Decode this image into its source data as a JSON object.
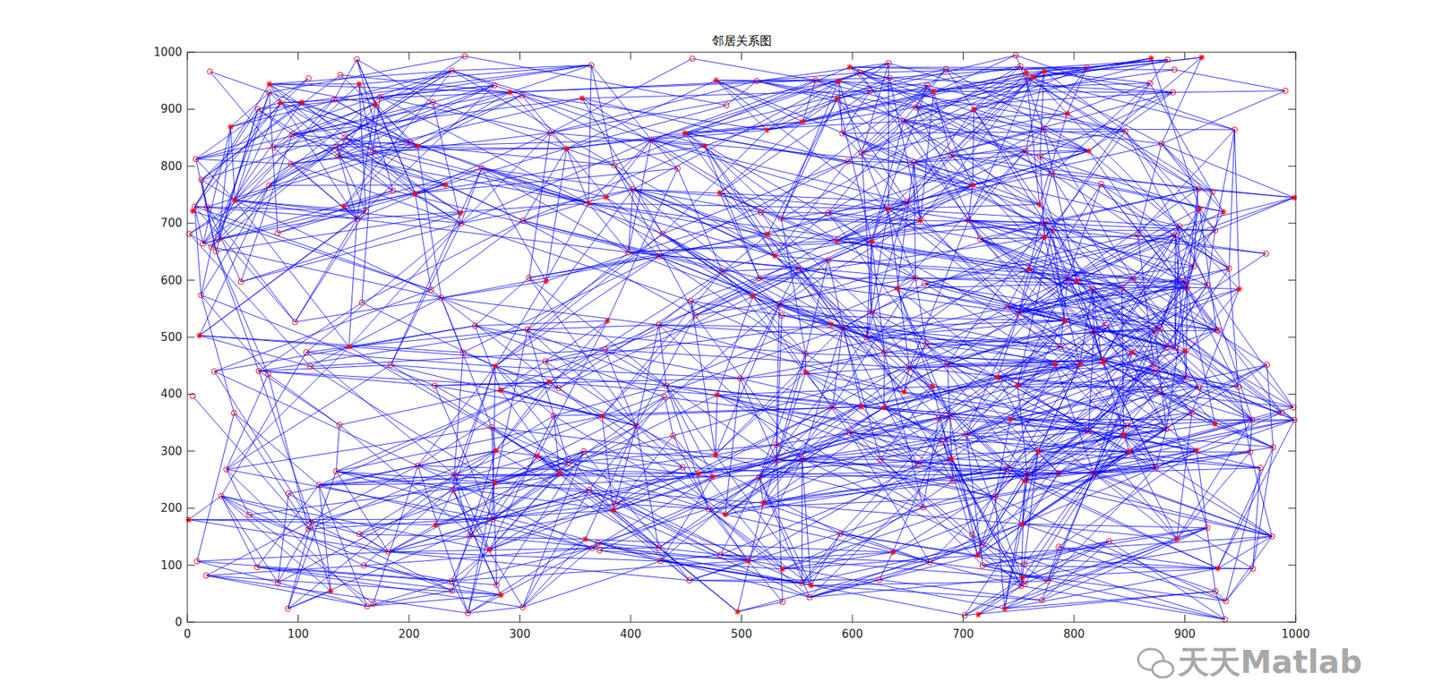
{
  "diagram": {
    "title": "邻居关系图",
    "labels": [
      "0",
      "100",
      "200",
      "300",
      "400",
      "500",
      "600",
      "700",
      "800",
      "900",
      "1000",
      "0",
      "100",
      "200",
      "300",
      "400",
      "500",
      "600",
      "700",
      "800",
      "900",
      "1000",
      "天天Matlab"
    ]
  }
}
